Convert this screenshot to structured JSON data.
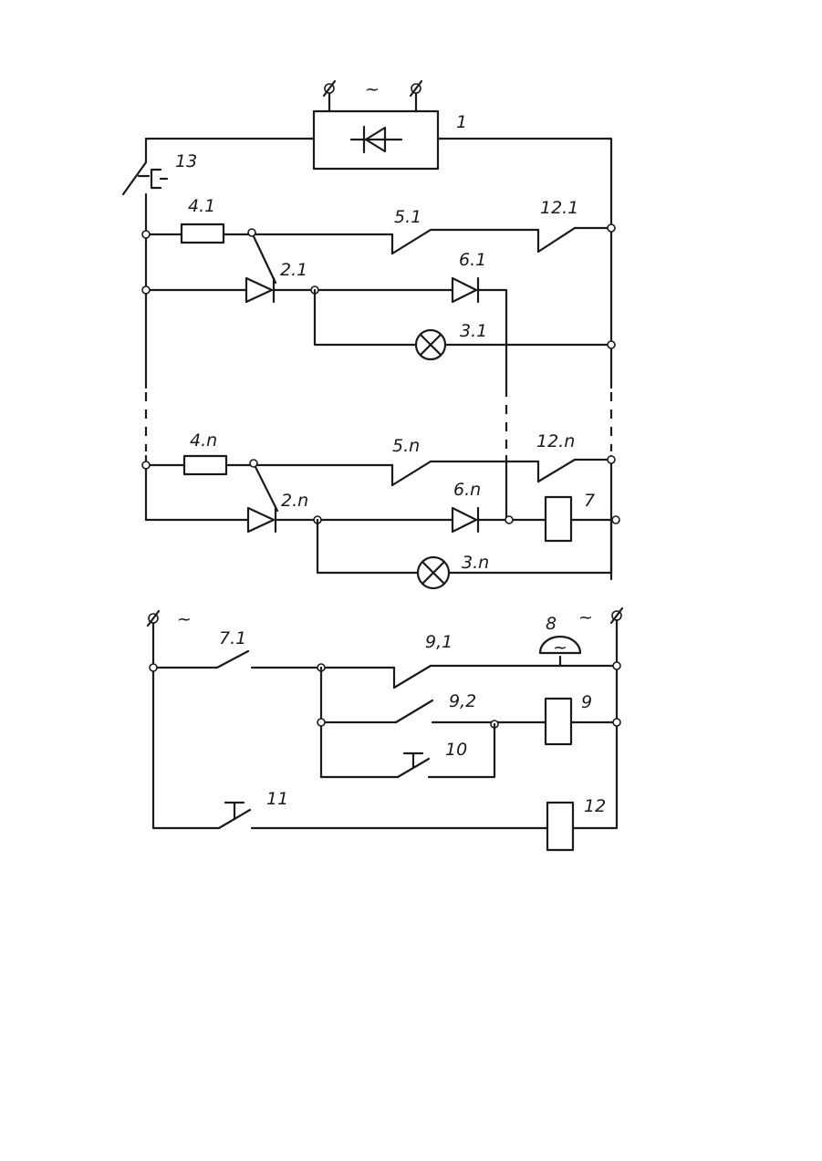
{
  "labels": {
    "rectifier": "1",
    "diode_2_1": "2.1",
    "diode_2_n": "2.n",
    "lamp_3_1": "3.1",
    "lamp_3_n": "3.n",
    "fuse_4_1": "4.1",
    "fuse_4_n": "4.n",
    "contact_5_1": "5.1",
    "contact_5_n": "5.n",
    "diode_6_1": "6.1",
    "diode_6_n": "6.n",
    "relay_7": "7",
    "contact_7_1": "7.1",
    "bell_8": "8",
    "relay_9": "9",
    "contact_9_1": "9,1",
    "contact_9_2": "9,2",
    "button_10": "10",
    "button_11": "11",
    "relay_12": "12",
    "contact_12_1": "12.1",
    "contact_12_n": "12.n",
    "switch_13": "13"
  },
  "ac_symbols": {
    "supply_top": "~",
    "supply_bottom_left": "~",
    "supply_bottom_right": "~",
    "bell": "~"
  },
  "colors": {
    "ink": "#1a1a1a",
    "paper": "#ffffff"
  }
}
